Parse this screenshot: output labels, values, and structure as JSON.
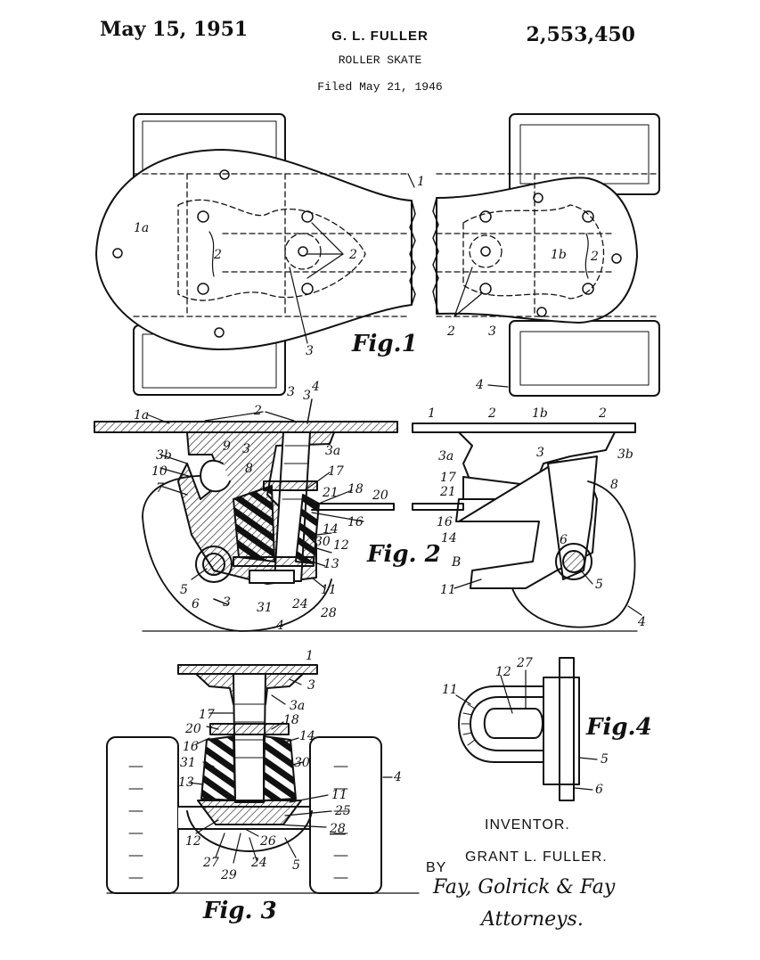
{
  "header": {
    "date": "May 15, 1951",
    "inventor": "G. L. FULLER",
    "patent_number": "2,553,450",
    "title": "ROLLER SKATE",
    "filed": "Filed May 21, 1946"
  },
  "figures": {
    "fig1": "Fig.1",
    "fig2": "Fig. 2",
    "fig3": "Fig. 3",
    "fig4": "Fig.4"
  },
  "fig1_labels": {
    "one": "1",
    "one_a": "1a",
    "one_b": "1b",
    "two_a": "2",
    "two_b": "2",
    "two_c": "2",
    "two_d": "2",
    "three_a": "3",
    "three_b": "3",
    "four": "4",
    "three_cut": "3",
    "four_cut": "4"
  },
  "fig2_labels": {
    "one_a": "1a",
    "two": "2",
    "three_cut": "3",
    "three_a": "3a",
    "three_b": "3b",
    "nine": "9",
    "three": "3",
    "eight": "8",
    "ten": "10",
    "seven": "7",
    "seventeen": "17",
    "twentyone": "21",
    "eighteen": "18",
    "twenty": "20",
    "sixteen": "16",
    "fourteen": "14",
    "thirty": "30",
    "twelve": "12",
    "thirteen": "13",
    "five": "5",
    "six": "6",
    "eleven": "11",
    "thirtyone": "31",
    "twentyfour": "24",
    "twentyeight": "28",
    "four": "4",
    "three_cut_b": "3",
    "r_one": "1",
    "r_two": "2",
    "r_one_b": "1b",
    "r_two_b": "2",
    "r_three_a": "3a",
    "r_three": "3",
    "r_three_b": "3b",
    "r_seventeen": "17",
    "r_twentyone": "21",
    "r_eight": "8",
    "r_sixteen": "16",
    "r_fourteen": "14",
    "r_b": "B",
    "r_six": "6",
    "r_eleven": "11",
    "r_five": "5",
    "r_four": "4"
  },
  "fig3_labels": {
    "one": "1",
    "three": "3",
    "three_a": "3a",
    "seventeen": "17",
    "twenty": "20",
    "sixteen": "16",
    "thirtyone": "31",
    "thirteen": "13",
    "eighteen": "18",
    "fourteen": "14",
    "thirty": "30",
    "four": "4",
    "eleven": "11",
    "twentyfive": "25",
    "twentyeight": "28",
    "twelve": "12",
    "twentysix": "26",
    "twentyseven": "27",
    "twentynine": "29",
    "twentyfour": "24",
    "five": "5"
  },
  "fig4_labels": {
    "eleven": "11",
    "twelve": "12",
    "twentyseven": "27",
    "five": "5",
    "six": "6"
  },
  "signature": {
    "inventor_heading": "INVENTOR.",
    "inventor_name": "GRANT L. FULLER.",
    "by": "BY",
    "attorney_firm": "Fay, Golrick & Fay",
    "attorneys": "Attorneys."
  }
}
